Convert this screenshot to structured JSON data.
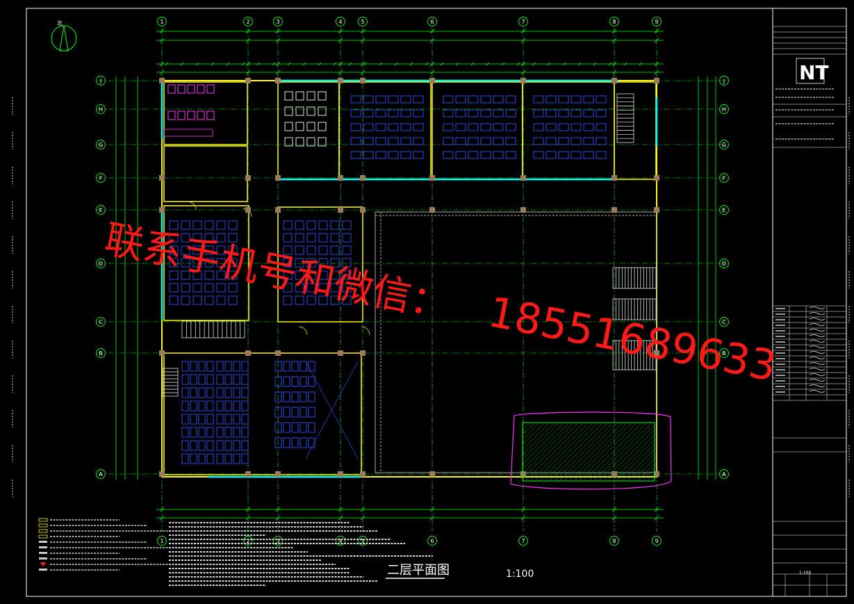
{
  "drawing": {
    "title": "二层平面图",
    "scale": "1:100",
    "north_label": "北"
  },
  "grid": {
    "columns": [
      "1",
      "2",
      "3",
      "4",
      "5",
      "6",
      "7",
      "8",
      "9"
    ],
    "rows": [
      "J",
      "H",
      "G",
      "F",
      "E",
      "D",
      "C",
      "B",
      "A"
    ]
  },
  "watermark": {
    "line1": "联系手机号和微信：",
    "line2": "18551689633"
  },
  "title_block": {
    "logo": "NT",
    "scale_value": "1:100"
  },
  "colors": {
    "background": "#000000",
    "grid_line": "#00ff00",
    "wall": "#ffff00",
    "window": "#00ffff",
    "furniture": "#3355ff",
    "watermark": "#ff1a1a",
    "landscape": "#ff33ff",
    "column": "#9a7b5a"
  }
}
